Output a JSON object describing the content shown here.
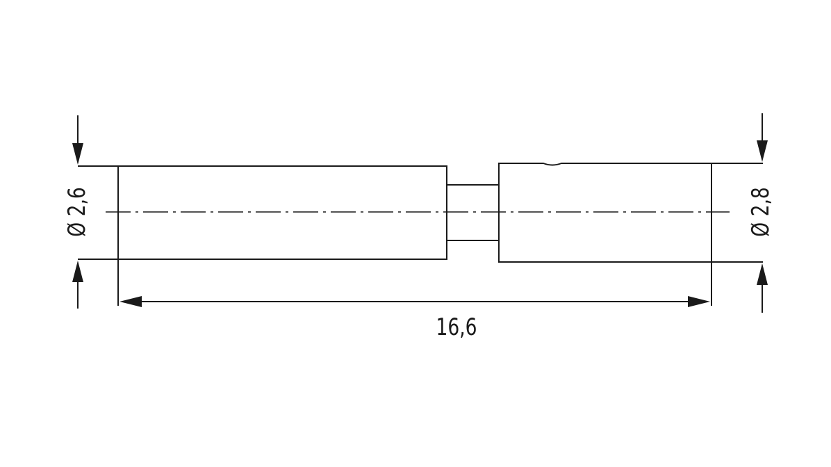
{
  "dimensions": {
    "length": "16,6",
    "left_diameter": "Ø 2,6",
    "right_diameter": "Ø 2,8"
  }
}
